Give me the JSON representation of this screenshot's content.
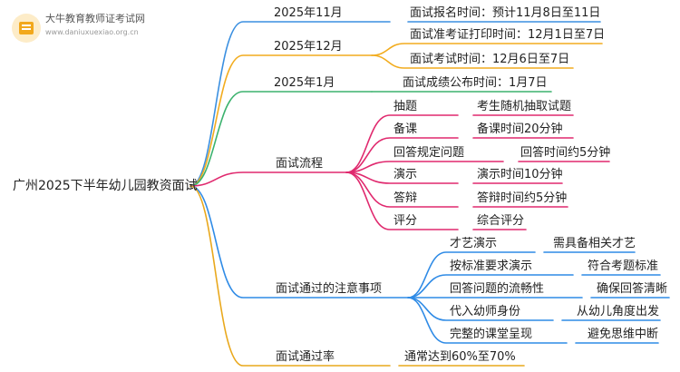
{
  "logo": {
    "name": "大牛教育教师证考试网",
    "url": "www.daniuxuexiao.org.cn"
  },
  "root": {
    "label": "广州2025下半年幼儿园教资面试"
  },
  "colors": {
    "blue": "#3a8fe0",
    "orange": "#f2ac1e",
    "green": "#3cb26e",
    "magenta": "#e0296e",
    "azure": "#2f8be6",
    "amber": "#e9a81c"
  },
  "branches": [
    {
      "label": "2025年11月",
      "children": [
        {
          "label": "面试报名时间：预计11月8日至11日"
        }
      ]
    },
    {
      "label": "2025年12月",
      "children": [
        {
          "label": "面试准考证打印时间：12月1日至7日"
        },
        {
          "label": "面试考试时间：12月6日至7日"
        }
      ]
    },
    {
      "label": "2025年1月",
      "children": [
        {
          "label": "面试成绩公布时间：1月7日"
        }
      ]
    },
    {
      "label": "面试流程",
      "children": [
        {
          "label": "抽题",
          "detail": "考生随机抽取试题"
        },
        {
          "label": "备课",
          "detail": "备课时间20分钟"
        },
        {
          "label": "回答规定问题",
          "detail": "回答时间约5分钟"
        },
        {
          "label": "演示",
          "detail": "演示时间10分钟"
        },
        {
          "label": "答辩",
          "detail": "答辩时间约5分钟"
        },
        {
          "label": "评分",
          "detail": "综合评分"
        }
      ]
    },
    {
      "label": "面试通过的注意事项",
      "children": [
        {
          "label": "才艺演示",
          "detail": "需具备相关才艺"
        },
        {
          "label": "按标准要求演示",
          "detail": "符合考题标准"
        },
        {
          "label": "回答问题的流畅性",
          "detail": "确保回答清晰"
        },
        {
          "label": "代入幼师身份",
          "detail": "从幼儿角度出发"
        },
        {
          "label": "完整的课堂呈现",
          "detail": "避免思维中断"
        }
      ]
    },
    {
      "label": "面试通过率",
      "children": [
        {
          "label": "通常达到60%至70%"
        }
      ]
    }
  ]
}
